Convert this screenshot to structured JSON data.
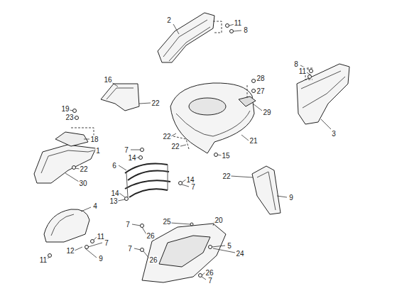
{
  "diagram": {
    "labels": [
      "2",
      "11",
      "8",
      "16",
      "22",
      "28",
      "27",
      "29",
      "8",
      "11",
      "3",
      "19",
      "23",
      "18",
      "1",
      "22",
      "30",
      "22",
      "22",
      "21",
      "15",
      "7",
      "14",
      "6",
      "14",
      "7",
      "14",
      "13",
      "22",
      "9",
      "4",
      "11",
      "7",
      "12",
      "9",
      "11",
      "25",
      "20",
      "7",
      "26",
      "5",
      "24",
      "7",
      "26",
      "26",
      "7"
    ]
  }
}
